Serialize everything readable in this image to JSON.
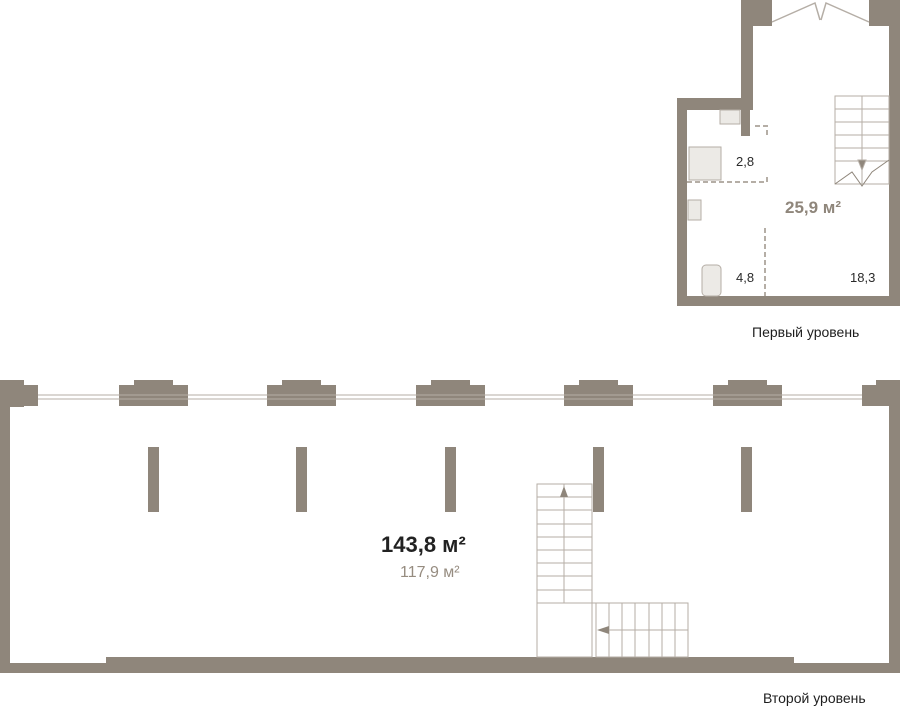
{
  "colors": {
    "wall": "#8f867b",
    "line": "#b5aea6",
    "text_main": "#222222",
    "text_muted": "#968c80"
  },
  "first_level": {
    "label": "Первый уровень",
    "total_area": "25,9 м²",
    "rooms": [
      {
        "name": "bathroom",
        "area": "2,8"
      },
      {
        "name": "wc",
        "area": "4,8"
      },
      {
        "name": "hall",
        "area": "18,3"
      }
    ]
  },
  "second_level": {
    "label": "Второй уровень",
    "total_area": "143,8 м²",
    "living_area": "117,9 м²"
  }
}
